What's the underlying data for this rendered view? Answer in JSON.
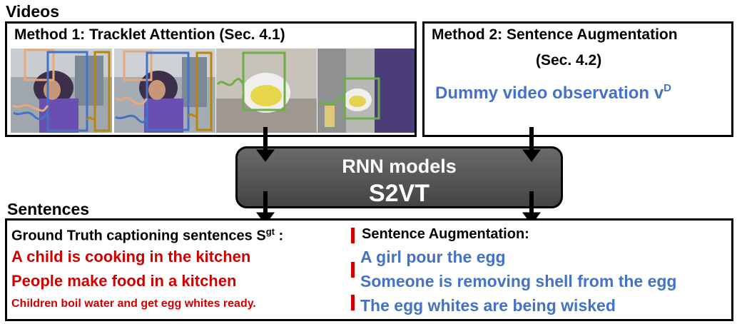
{
  "videos_label": "Videos",
  "sentences_label": "Sentences",
  "method1": {
    "title": "Method 1: Tracklet Attention (Sec. 4.1)"
  },
  "method2": {
    "title_line1": "Method 2: Sentence Augmentation",
    "title_line2": "(Sec. 4.2)",
    "dummy_text": "Dummy video observation v",
    "dummy_sup": "D"
  },
  "rnn": {
    "line1": "RNN models",
    "line2": "S2VT"
  },
  "ground_truth": {
    "heading": "Ground Truth captioning sentences S",
    "heading_sup": "gt",
    "heading_tail": " :",
    "sentences": [
      "A child is cooking in the kitchen",
      "People make food in a kitchen",
      "Children  boil water and get egg whites ready."
    ]
  },
  "augmentation": {
    "heading": "Sentence Augmentation:",
    "sentences": [
      "A girl pour the egg",
      "Someone is removing shell from the egg",
      "The egg whites are being wisked"
    ]
  },
  "colors": {
    "gt_text": "#d00000",
    "aug_text": "#4472c4",
    "rnn_box": "#555555",
    "track_orange": "#e8a87c",
    "track_blue": "#4472c4",
    "track_gold": "#b8860b",
    "track_green": "#70ad47"
  }
}
